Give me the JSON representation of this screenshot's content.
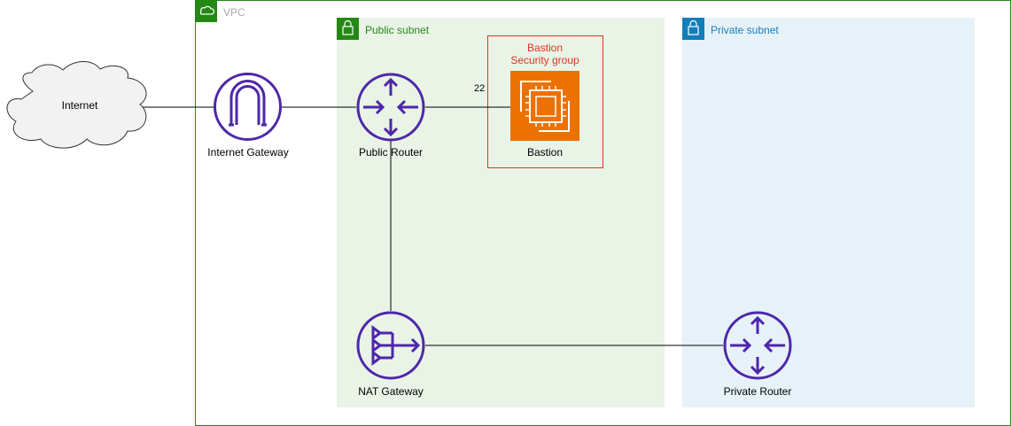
{
  "vpc": {
    "label": "VPC",
    "color": "#248814"
  },
  "public_subnet": {
    "label": "Public subnet",
    "color": "#248814",
    "fill": "#e9f3e6"
  },
  "private_subnet": {
    "label": "Private subnet",
    "color": "#147eba",
    "fill": "#e6f2f8"
  },
  "security_group": {
    "label": "Bastion\nSecurity group",
    "color": "#dd3522"
  },
  "nodes": {
    "internet": {
      "label": "Internet",
      "icon": "cloud-icon"
    },
    "internet_gateway": {
      "label": "Internet Gateway",
      "icon": "internet-gateway-icon",
      "color": "#4d27aa"
    },
    "public_router": {
      "label": "Public Router",
      "icon": "router-icon",
      "color": "#4d27aa"
    },
    "bastion": {
      "label": "Bastion",
      "icon": "ec2-instance-icon",
      "color": "#ed7100"
    },
    "nat_gateway": {
      "label": "NAT Gateway",
      "icon": "nat-gateway-icon",
      "color": "#4d27aa"
    },
    "private_router": {
      "label": "Private Router",
      "icon": "router-icon",
      "color": "#4d27aa"
    }
  },
  "edges": {
    "router_to_bastion_port": "22"
  }
}
